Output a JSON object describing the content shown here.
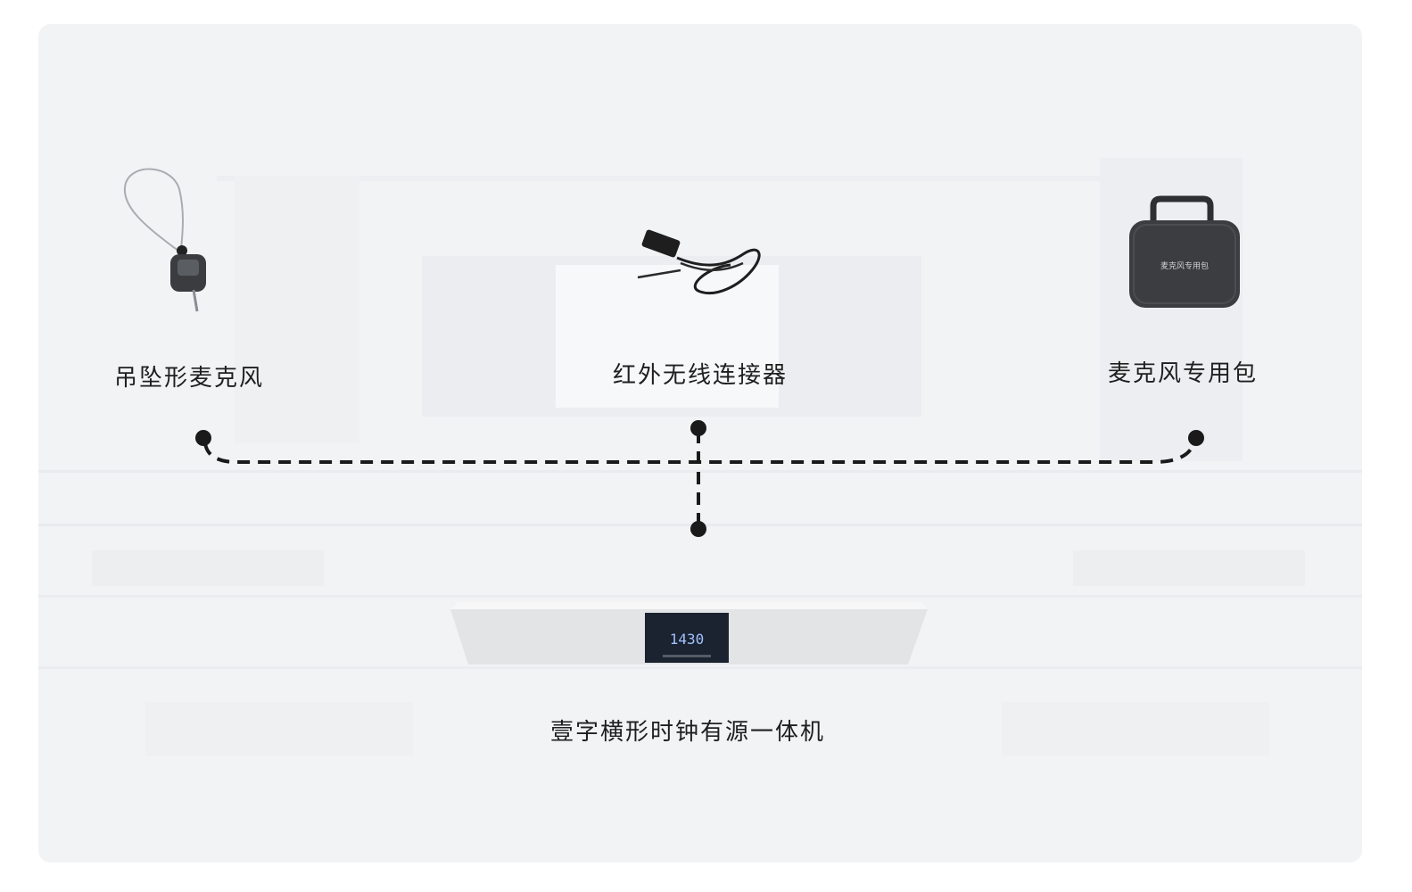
{
  "nodes": {
    "mic": {
      "label": "吊坠形麦克风"
    },
    "connector": {
      "label": "红外无线连接器"
    },
    "bag": {
      "label": "麦克风专用包",
      "print": "麦克风专用包"
    },
    "unit": {
      "label": "壹字横形时钟有源一体机",
      "display": "1430"
    }
  },
  "colors": {
    "line": "#1a1a1a",
    "device_body": "#e8e8e8",
    "display_bg": "#1b2230",
    "display_text": "#9fc3ff",
    "bag": "#3b3d40"
  }
}
